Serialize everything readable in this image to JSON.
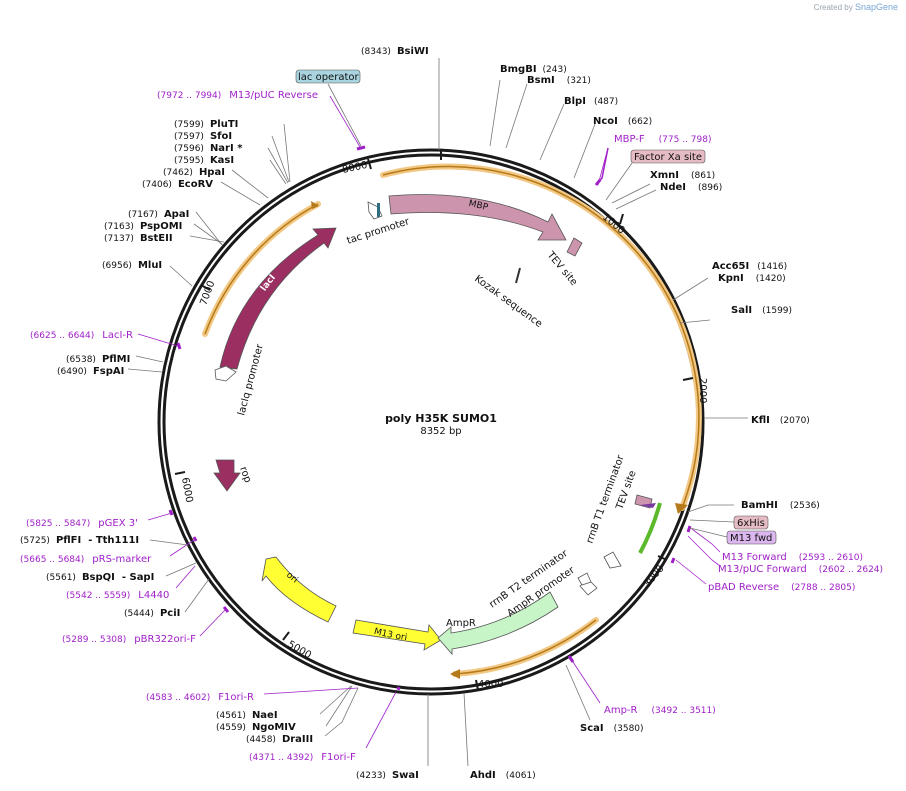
{
  "watermark": {
    "prefix": "Created by",
    "brand": "SnapGene"
  },
  "plasmid": {
    "name": "poly H35K SUMO1",
    "length_label": "8352 bp",
    "length": 8352
  },
  "ticks": [
    "1000",
    "2000",
    "3000",
    "4000",
    "5000",
    "6000",
    "7000",
    "8000"
  ],
  "sites": [
    {
      "name": "BsiWI",
      "pos": "(8343)"
    },
    {
      "name": "BmgBI",
      "pos": "(243)"
    },
    {
      "name": "BsmI",
      "pos": "(321)"
    },
    {
      "name": "BlpI",
      "pos": "(487)"
    },
    {
      "name": "NcoI",
      "pos": "(662)"
    },
    {
      "name": "XmnI",
      "pos": "(861)"
    },
    {
      "name": "NdeI",
      "pos": "(896)"
    },
    {
      "name": "Acc65I",
      "pos": "(1416)"
    },
    {
      "name": "KpnI",
      "pos": "(1420)"
    },
    {
      "name": "SalI",
      "pos": "(1599)"
    },
    {
      "name": "KflI",
      "pos": "(2070)"
    },
    {
      "name": "BamHI",
      "pos": "(2536)"
    },
    {
      "name": "ScaI",
      "pos": "(3580)"
    },
    {
      "name": "AhdI",
      "pos": "(4061)"
    },
    {
      "name": "SwaI",
      "pos": "(4233)"
    },
    {
      "name": "DraIII",
      "pos": "(4458)"
    },
    {
      "name": "NgoMIV",
      "pos": "(4559)"
    },
    {
      "name": "NaeI",
      "pos": "(4561)"
    },
    {
      "name": "PciI",
      "pos": "(5444)"
    },
    {
      "name": "BspQI  - SapI",
      "pos": "(5561)"
    },
    {
      "name": "PflFI  - Tth111I",
      "pos": "(5725)"
    },
    {
      "name": "FspAI",
      "pos": "(6490)"
    },
    {
      "name": "PflMI",
      "pos": "(6538)"
    },
    {
      "name": "MluI",
      "pos": "(6956)"
    },
    {
      "name": "BstEII",
      "pos": "(7137)"
    },
    {
      "name": "PspOMI",
      "pos": "(7163)"
    },
    {
      "name": "ApaI",
      "pos": "(7167)"
    },
    {
      "name": "EcoRV",
      "pos": "(7406)"
    },
    {
      "name": "HpaI",
      "pos": "(7462)"
    },
    {
      "name": "KasI",
      "pos": "(7595)"
    },
    {
      "name": "NarI *",
      "pos": "(7596)"
    },
    {
      "name": "SfoI",
      "pos": "(7597)"
    },
    {
      "name": "PluTI",
      "pos": "(7599)"
    }
  ],
  "primers": [
    {
      "name": "M13/pUC Reverse",
      "pos": "(7972 .. 7994)"
    },
    {
      "name": "MBP-F",
      "pos": "(775 .. 798)"
    },
    {
      "name": "LacI-R",
      "pos": "(6625 .. 6644)"
    },
    {
      "name": "M13 Forward",
      "pos": "(2593 .. 2610)"
    },
    {
      "name": "M13/pUC Forward",
      "pos": "(2602 .. 2624)"
    },
    {
      "name": "pBAD Reverse",
      "pos": "(2788 .. 2805)"
    },
    {
      "name": "Amp-R",
      "pos": "(3492 .. 3511)"
    },
    {
      "name": "F1ori-R",
      "pos": "(4583 .. 4602)"
    },
    {
      "name": "F1ori-F",
      "pos": "(4371 .. 4392)"
    },
    {
      "name": "pBR322ori-F",
      "pos": "(5289 .. 5308)"
    },
    {
      "name": "L4440",
      "pos": "(5542 .. 5559)"
    },
    {
      "name": "pRS-marker",
      "pos": "(5665 .. 5684)"
    },
    {
      "name": "pGEX 3'",
      "pos": "(5825 .. 5847)"
    }
  ],
  "boxed_features": [
    {
      "name": "lac operator",
      "fill": "#a9d4df"
    },
    {
      "name": "Factor Xa site",
      "fill": "#e6bcc4"
    },
    {
      "name": "6xHis",
      "fill": "#e6bcc4"
    },
    {
      "name": "M13 fwd",
      "fill": "#dcb6ee"
    }
  ],
  "features": [
    {
      "name": "MBP",
      "color": "#cd95ad"
    },
    {
      "name": "lacI",
      "color": "#9b2f62"
    },
    {
      "name": "rop",
      "color": "#9b2f62"
    },
    {
      "name": "ori",
      "color": "#ffff33"
    },
    {
      "name": "M13 ori",
      "color": "#ffff33"
    },
    {
      "name": "AmpR",
      "color": "#c8f5c8"
    },
    {
      "name": "tac promoter",
      "color": "#ffffff"
    },
    {
      "name": "TEV site",
      "color": "#cd95ad"
    },
    {
      "name": "Kozak sequence",
      "color": "#333333"
    },
    {
      "name": "lacIq promoter",
      "color": "#ffffff"
    },
    {
      "name": "rrnB T1 terminator",
      "color": "#ffffff"
    },
    {
      "name": "TEV site",
      "color": "#cd95ad"
    },
    {
      "name": "rrnB T2 terminator",
      "color": "#ffffff"
    },
    {
      "name": "AmpR promoter",
      "color": "#ffffff"
    }
  ],
  "colors": {
    "backbone": "#1a1a1a",
    "orf_arc": "#f2c884",
    "primer": "#a020c8",
    "green_arc": "#5bb92b"
  }
}
